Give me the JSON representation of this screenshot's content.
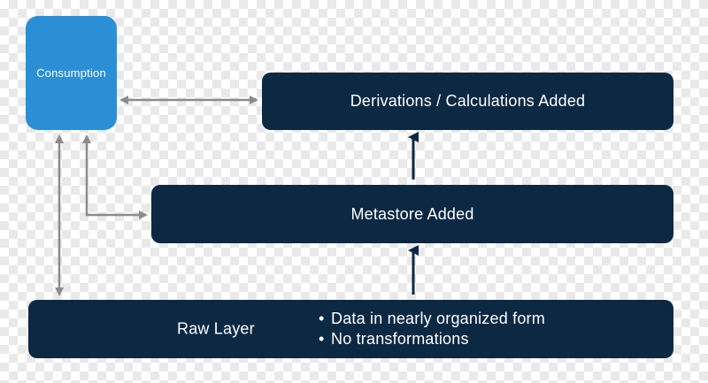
{
  "nodes": {
    "consumption": {
      "label": "Consumption"
    },
    "derivations": {
      "label": "Derivations / Calculations Added"
    },
    "metastore": {
      "label": "Metastore Added"
    },
    "raw_layer": {
      "label": "Raw Layer",
      "bullets": [
        "Data in nearly organized form",
        "No transformations"
      ]
    }
  },
  "colors": {
    "consumption_fill": "#2b8fd6",
    "box_fill": "#0c2944",
    "connector_gray": "#8c8c8c",
    "up_arrow": "#0c2944"
  }
}
